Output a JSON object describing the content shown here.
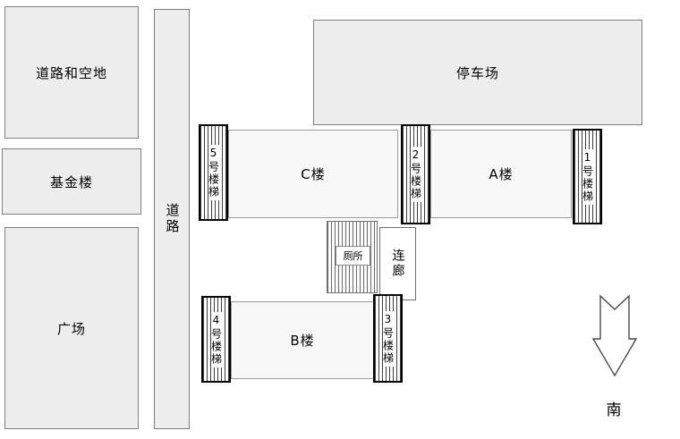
{
  "plan": {
    "areas": {
      "roads_open_space": "道路和空地",
      "foundation_building": "基金楼",
      "plaza": "广场",
      "road": "道路",
      "parking_lot": "停车场"
    },
    "buildings": {
      "c": "C楼",
      "a": "A楼",
      "b": "B楼"
    },
    "stairways": {
      "s5": "5号楼梯",
      "s2": "2号楼梯",
      "s1": "1号楼梯",
      "s4": "4号楼梯",
      "s3": "3号楼梯"
    },
    "facilities": {
      "toilet": "厕所",
      "corridor": "连廊"
    },
    "compass": {
      "south": "南"
    }
  },
  "colors": {
    "area_fill": "#ededed",
    "building_fill": "#f8f8f8",
    "outline": "#7f7f7f",
    "stair_outline": "#000000",
    "hatch_line": "#3d3d3d",
    "text": "#000000",
    "background": "#ffffff"
  }
}
